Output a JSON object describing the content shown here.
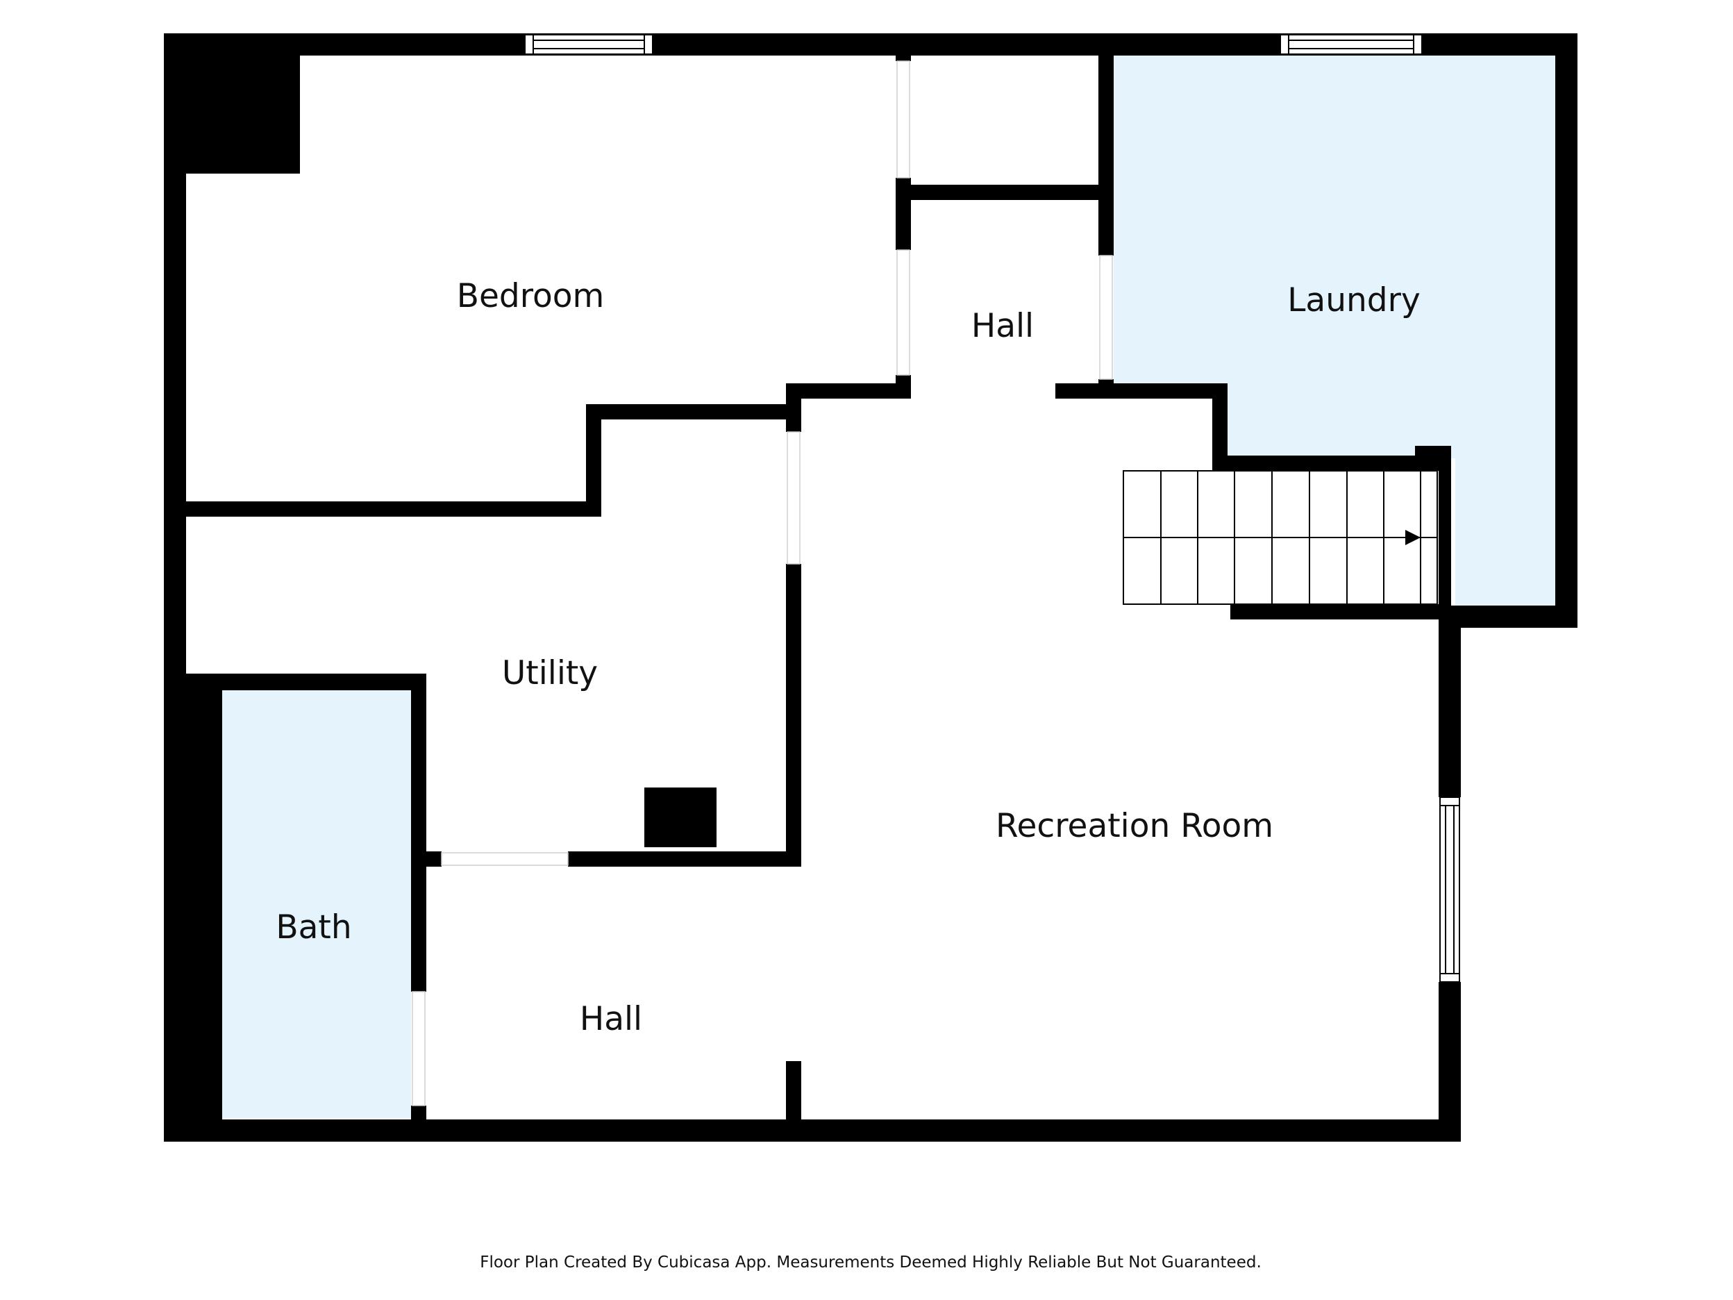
{
  "rooms": {
    "bedroom": "Bedroom",
    "hall_upper": "Hall",
    "laundry": "Laundry",
    "utility": "Utility",
    "recreation": "Recreation Room",
    "bath": "Bath",
    "hall_lower": "Hall"
  },
  "footer": "Floor Plan Created By Cubicasa App. Measurements Deemed Highly Reliable But Not Guaranteed.",
  "colors": {
    "wall": "#000000",
    "wet_room_fill": "#e5f3fd",
    "floor": "#ffffff"
  },
  "stairs": {
    "direction": "up-right"
  }
}
